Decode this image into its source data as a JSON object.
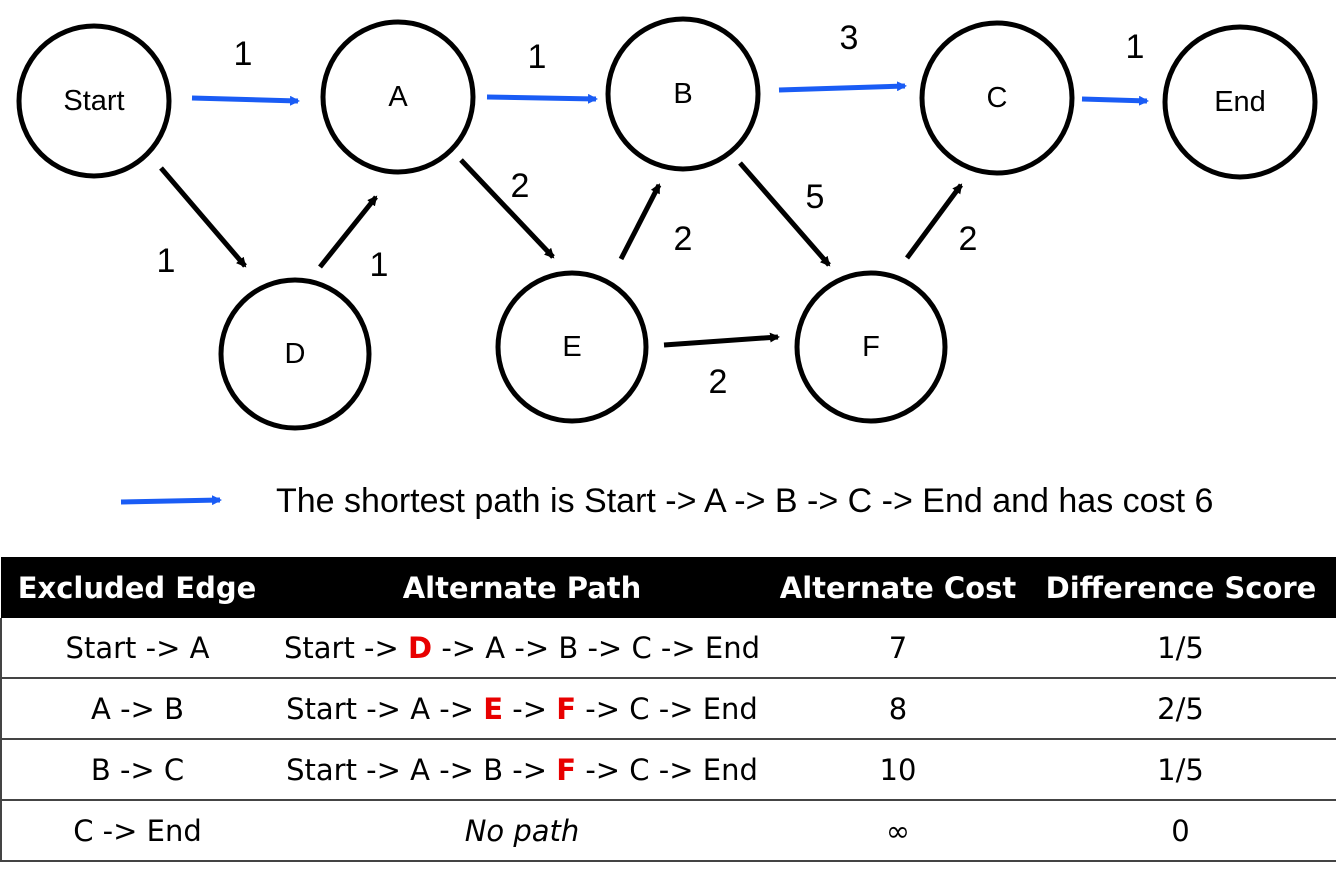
{
  "colors": {
    "shortest_path_edge": "#1a5cf5",
    "edge": "#000000",
    "highlight": "#e80000",
    "header_bg": "#000000"
  },
  "nodes": [
    {
      "id": "start",
      "label": "Start"
    },
    {
      "id": "a",
      "label": "A"
    },
    {
      "id": "b",
      "label": "B"
    },
    {
      "id": "c",
      "label": "C"
    },
    {
      "id": "end",
      "label": "End"
    },
    {
      "id": "d",
      "label": "D"
    },
    {
      "id": "e",
      "label": "E"
    },
    {
      "id": "f",
      "label": "F"
    }
  ],
  "edges": [
    {
      "from": "start",
      "to": "a",
      "weight": "1",
      "on_shortest_path": true
    },
    {
      "from": "a",
      "to": "b",
      "weight": "1",
      "on_shortest_path": true
    },
    {
      "from": "b",
      "to": "c",
      "weight": "3",
      "on_shortest_path": true
    },
    {
      "from": "c",
      "to": "end",
      "weight": "1",
      "on_shortest_path": true
    },
    {
      "from": "start",
      "to": "d",
      "weight": "1",
      "on_shortest_path": false
    },
    {
      "from": "d",
      "to": "a",
      "weight": "1",
      "on_shortest_path": false
    },
    {
      "from": "a",
      "to": "e",
      "weight": "2",
      "on_shortest_path": false
    },
    {
      "from": "e",
      "to": "b",
      "weight": "2",
      "on_shortest_path": false
    },
    {
      "from": "b",
      "to": "f",
      "weight": "5",
      "on_shortest_path": false
    },
    {
      "from": "e",
      "to": "f",
      "weight": "2",
      "on_shortest_path": false
    },
    {
      "from": "f",
      "to": "c",
      "weight": "2",
      "on_shortest_path": false
    }
  ],
  "legend": {
    "text": "The shortest path is Start -> A -> B -> C -> End and has cost 6"
  },
  "table": {
    "headers": [
      "Excluded Edge",
      "Alternate Path",
      "Alternate Cost",
      "Difference Score"
    ],
    "rows": [
      {
        "excluded": "Start -> A",
        "path": [
          {
            "t": "Start -> "
          },
          {
            "t": "D",
            "hl": true
          },
          {
            "t": " -> A -> B -> C -> End"
          }
        ],
        "cost": "7",
        "score": "1/5"
      },
      {
        "excluded": "A -> B",
        "path": [
          {
            "t": "Start -> A -> "
          },
          {
            "t": "E",
            "hl": true
          },
          {
            "t": " -> "
          },
          {
            "t": "F",
            "hl": true
          },
          {
            "t": " -> C -> End"
          }
        ],
        "cost": "8",
        "score": "2/5"
      },
      {
        "excluded": "B -> C",
        "path": [
          {
            "t": "Start -> A -> B -> "
          },
          {
            "t": "F",
            "hl": true
          },
          {
            "t": " -> C -> End"
          }
        ],
        "cost": "10",
        "score": "1/5"
      },
      {
        "excluded": "C -> End",
        "path": [
          {
            "t": "No path",
            "italic": true
          }
        ],
        "cost": "∞",
        "score": "0"
      }
    ]
  }
}
